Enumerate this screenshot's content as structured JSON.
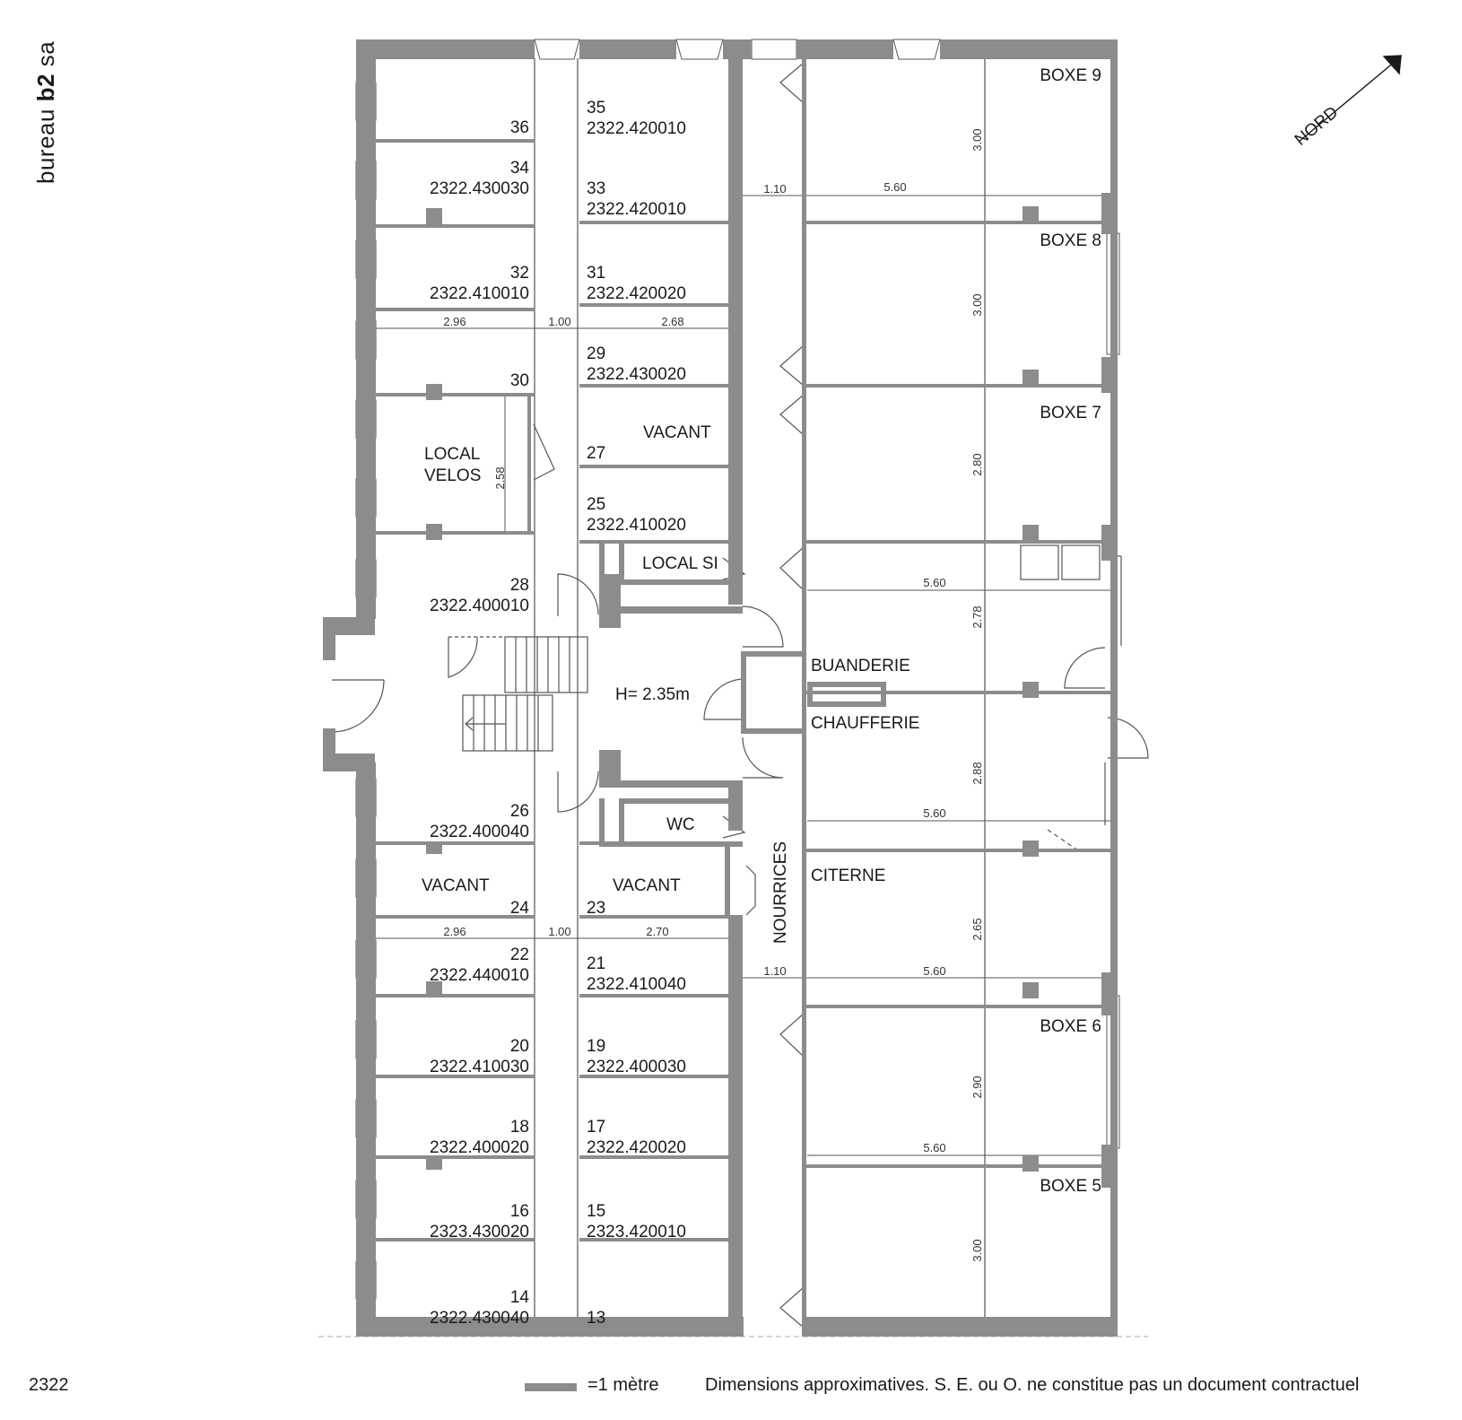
{
  "brand": {
    "prefix": "bureau",
    "bold": "b2",
    "suffix": "sa"
  },
  "project_ref": "2322",
  "legend": {
    "scale_label": "=1 mètre"
  },
  "disclaimer": "Dimensions approximatives. S. E. ou O. ne constitue pas un document contractuel",
  "north_label": "NORD",
  "colors": {
    "wall": "#8c8c8c",
    "line": "#555555",
    "text": "#1a1a1a"
  },
  "rooms": {
    "r36": [
      "36"
    ],
    "r35": [
      "35",
      "2322.420010"
    ],
    "r34": [
      "34",
      "2322.430030"
    ],
    "r33": [
      "33",
      "2322.420010"
    ],
    "r32": [
      "32",
      "2322.410010"
    ],
    "r31": [
      "31",
      "2322.420020"
    ],
    "r30": [
      "30"
    ],
    "r29": [
      "29",
      "2322.430020"
    ],
    "velos": [
      "LOCAL",
      "VELOS"
    ],
    "r27": [
      "VACANT",
      "27"
    ],
    "r25": [
      "25",
      "2322.410020"
    ],
    "r28": [
      "28",
      "2322.400010"
    ],
    "local_si": [
      "LOCAL SI"
    ],
    "height": [
      "H= 2.35m"
    ],
    "r26": [
      "26",
      "2322.400040"
    ],
    "wc": [
      "WC"
    ],
    "r24": [
      "VACANT",
      "24"
    ],
    "r23": [
      "VACANT",
      "23"
    ],
    "r22": [
      "22",
      "2322.440010"
    ],
    "r21": [
      "21",
      "2322.410040"
    ],
    "r20": [
      "20",
      "2322.410030"
    ],
    "r19": [
      "19",
      "2322.400030"
    ],
    "r18": [
      "18",
      "2322.400020"
    ],
    "r17": [
      "17",
      "2322.420020"
    ],
    "r16": [
      "16",
      "2323.430020"
    ],
    "r15": [
      "15",
      "2323.420010"
    ],
    "r14": [
      "14",
      "2322.430040"
    ],
    "r13": [
      "13"
    ],
    "boxe9": [
      "BOXE 9"
    ],
    "boxe8": [
      "BOXE 8"
    ],
    "boxe7": [
      "BOXE 7"
    ],
    "buanderie": [
      "BUANDERIE"
    ],
    "chaufferie": [
      "CHAUFFERIE"
    ],
    "citerne": [
      "CITERNE"
    ],
    "boxe6": [
      "BOXE 6"
    ],
    "boxe5": [
      "BOXE 5"
    ],
    "nourrices": [
      "NOURRICES"
    ]
  },
  "dimensions": {
    "d1": "2.96",
    "d2": "1.00",
    "d3": "2.68",
    "d4": "2.58",
    "d5": "2.96",
    "d6": "1.00",
    "d7": "2.70",
    "d8": "1.10",
    "d9": "5.60",
    "d10": "3.00",
    "d11": "3.00",
    "d12": "2.80",
    "d13": "5.60",
    "d14": "2.78",
    "d15": "2.88",
    "d16": "5.60",
    "d17": "2.65",
    "d18": "1.10",
    "d19": "5.60",
    "d20": "2.90",
    "d21": "5.60",
    "d22": "3.00"
  }
}
